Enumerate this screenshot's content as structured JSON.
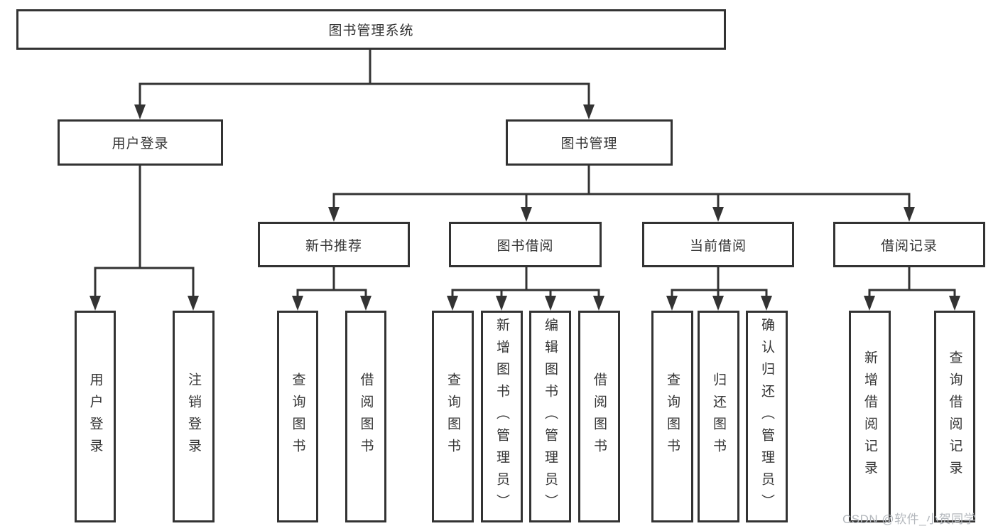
{
  "colors": {
    "background": "#ffffff",
    "line": "#333333",
    "box_border": "#333333",
    "text": "#333333",
    "watermark": "#b4b8bd"
  },
  "tree": {
    "label": "图书管理系统",
    "children": [
      {
        "label": "用户登录",
        "children": [
          {
            "label": "用户登录"
          },
          {
            "label": "注销登录"
          }
        ]
      },
      {
        "label": "图书管理",
        "children": [
          {
            "label": "新书推荐",
            "children": [
              {
                "label": "查询图书"
              },
              {
                "label": "借阅图书"
              }
            ]
          },
          {
            "label": "图书借阅",
            "children": [
              {
                "label": "查询图书"
              },
              {
                "label": "新增图书（管理员）"
              },
              {
                "label": "编辑图书（管理员）"
              },
              {
                "label": "借阅图书"
              }
            ]
          },
          {
            "label": "当前借阅",
            "children": [
              {
                "label": "查询图书"
              },
              {
                "label": "归还图书"
              },
              {
                "label": "确认归还（管理员）"
              }
            ]
          },
          {
            "label": "借阅记录",
            "children": [
              {
                "label": "新增借阅记录"
              },
              {
                "label": "查询借阅记录"
              }
            ]
          }
        ]
      }
    ]
  },
  "watermark": "CSDN @软件_小贺同学"
}
